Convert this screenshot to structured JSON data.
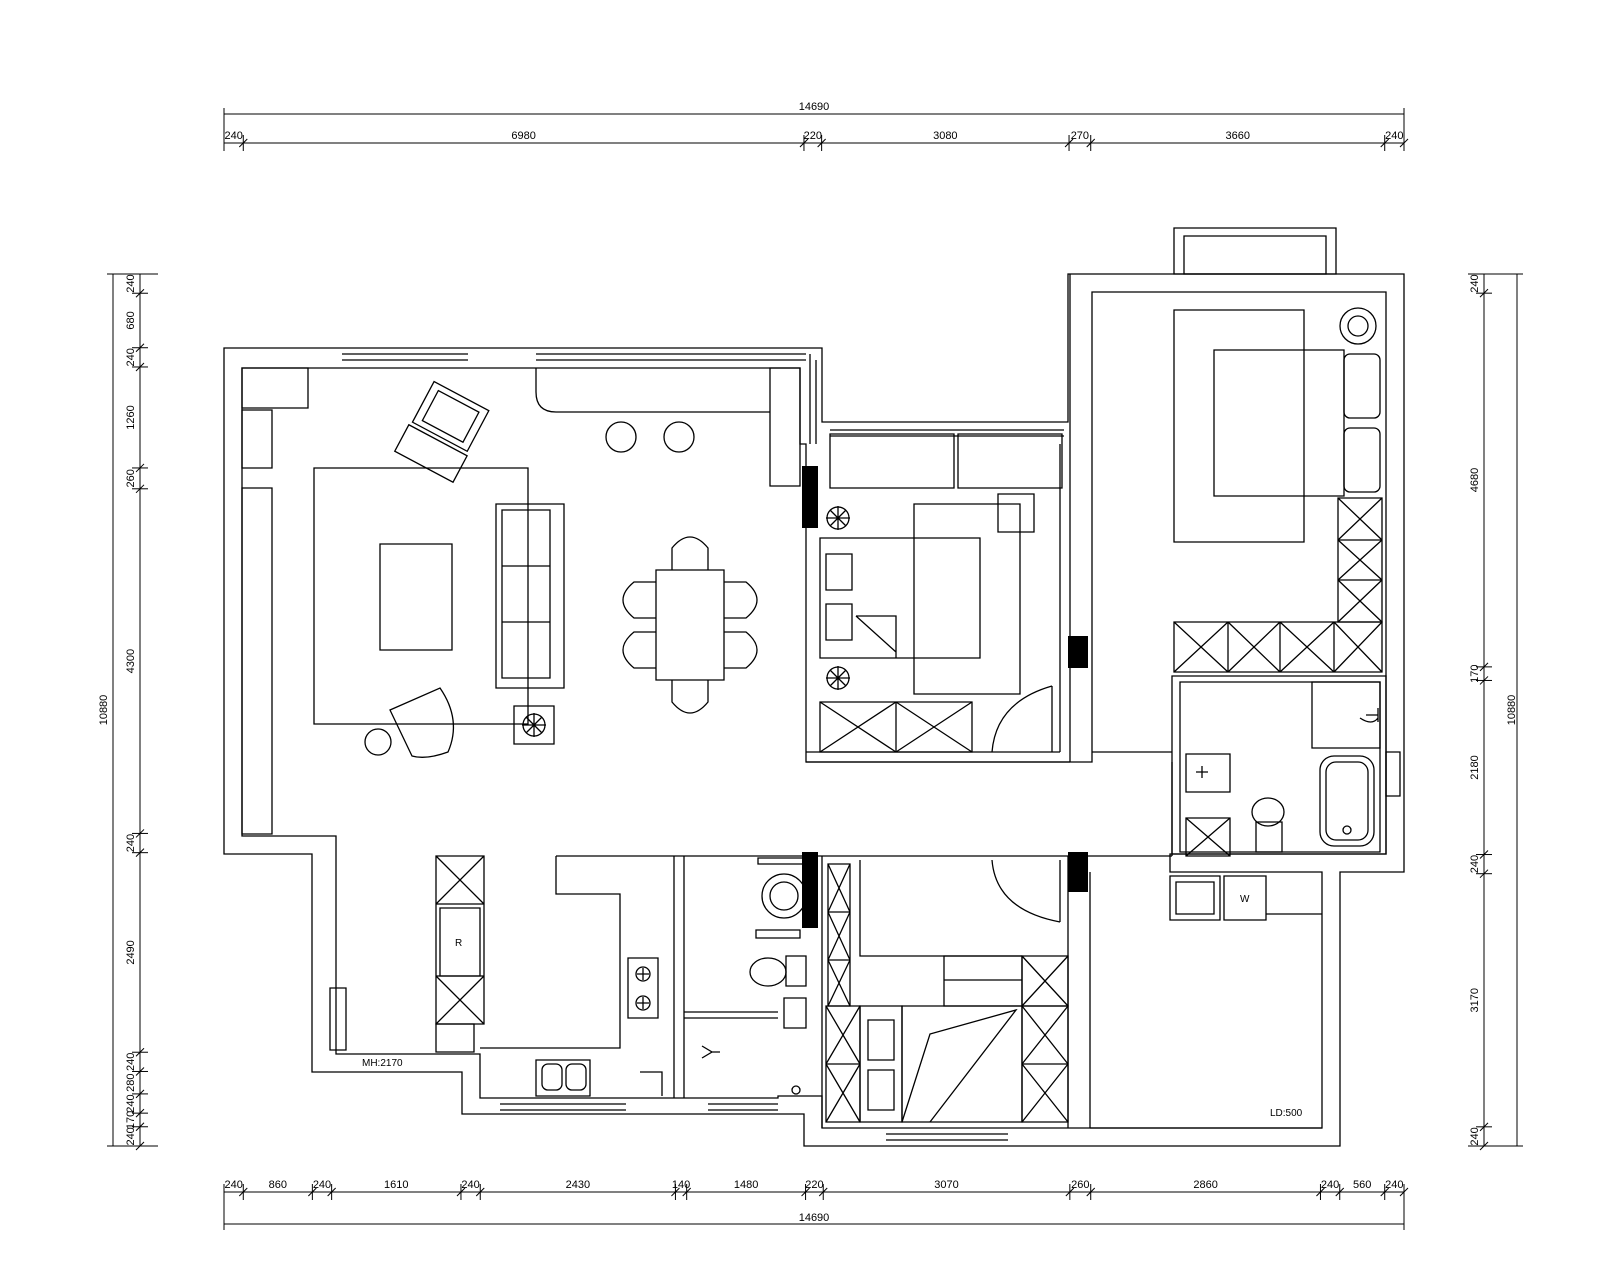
{
  "top_dims": {
    "total": "14690",
    "segments": [
      "240",
      "6980",
      "220",
      "3080",
      "270",
      "3660",
      "240"
    ]
  },
  "bottom_dims": {
    "total": "14690",
    "segments": [
      "240",
      "860",
      "240",
      "1610",
      "240",
      "2430",
      "140",
      "1480",
      "220",
      "3070",
      "260",
      "2860",
      "240",
      "560",
      "240"
    ]
  },
  "left_dims": {
    "total": "10880",
    "segments": [
      "240",
      "680",
      "240",
      "1260",
      "260",
      "4300",
      "240",
      "2490",
      "240",
      "280",
      "240",
      "170",
      "240"
    ]
  },
  "right_dims": {
    "total": "10880",
    "segments": [
      "240",
      "4680",
      "170",
      "2180",
      "240",
      "3170",
      "240"
    ]
  },
  "labels": {
    "mh": "MH:2170",
    "ld": "LD:500",
    "fridge": "R",
    "washer": "W"
  },
  "colors": {
    "line": "#000000",
    "background": "#ffffff",
    "column": "#000000"
  }
}
